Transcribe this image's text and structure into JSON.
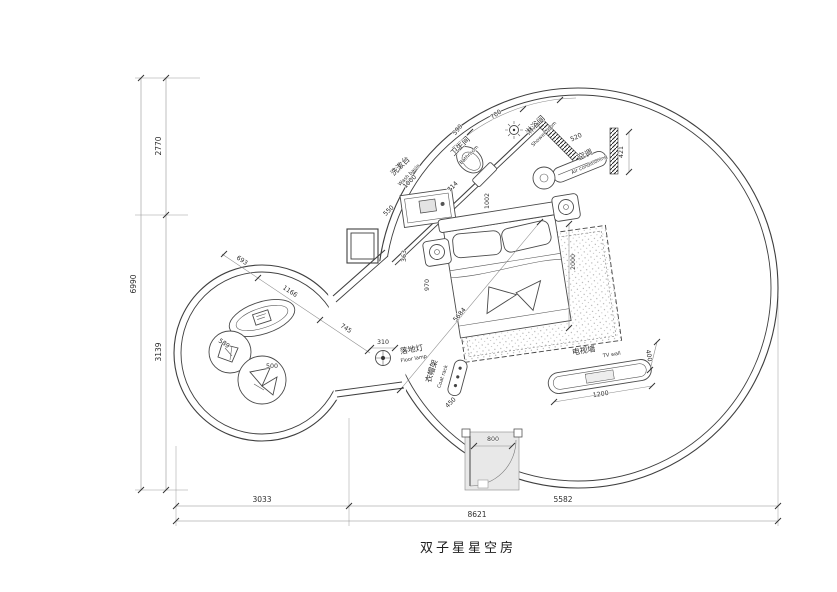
{
  "drawing_title": "双子星星空房",
  "labels": {
    "wash_basin": {
      "cn": "洗漱台",
      "en": "Wash basin"
    },
    "bathroom": {
      "cn": "卫生间",
      "en": "Bathroom"
    },
    "shower_room": {
      "cn": "淋浴间",
      "en": "Shower room"
    },
    "air_conditioning": {
      "cn": "空调",
      "en": "Air conditioning"
    },
    "floor_lamp": {
      "cn": "落地灯",
      "en": "Floor lamp"
    },
    "coat_rack": {
      "cn": "衣帽架",
      "en": "Coat rack"
    },
    "tv_wall": {
      "cn": "电视墙",
      "en": "TV wall"
    }
  },
  "dimensions_mm": {
    "overall_width": "8621",
    "overall_height": "6990",
    "bottom_left": "3033",
    "bottom_right": "5582",
    "left_upper": "2770",
    "left_lower": "3139",
    "bathroom_chain": [
      "590",
      "700",
      "520",
      "421"
    ],
    "washbasin_area": [
      "1000",
      "714",
      "1002",
      "550"
    ],
    "bed_area": [
      "363",
      "970",
      "2000",
      "5684"
    ],
    "lounge_chain": [
      "693",
      "1166",
      "745"
    ],
    "beanbags": [
      "589",
      "500"
    ],
    "floor_lamp": "310",
    "coat_rack": "450",
    "tv_wall_len": "1200",
    "tv_wall_depth": "400",
    "door": "800"
  }
}
